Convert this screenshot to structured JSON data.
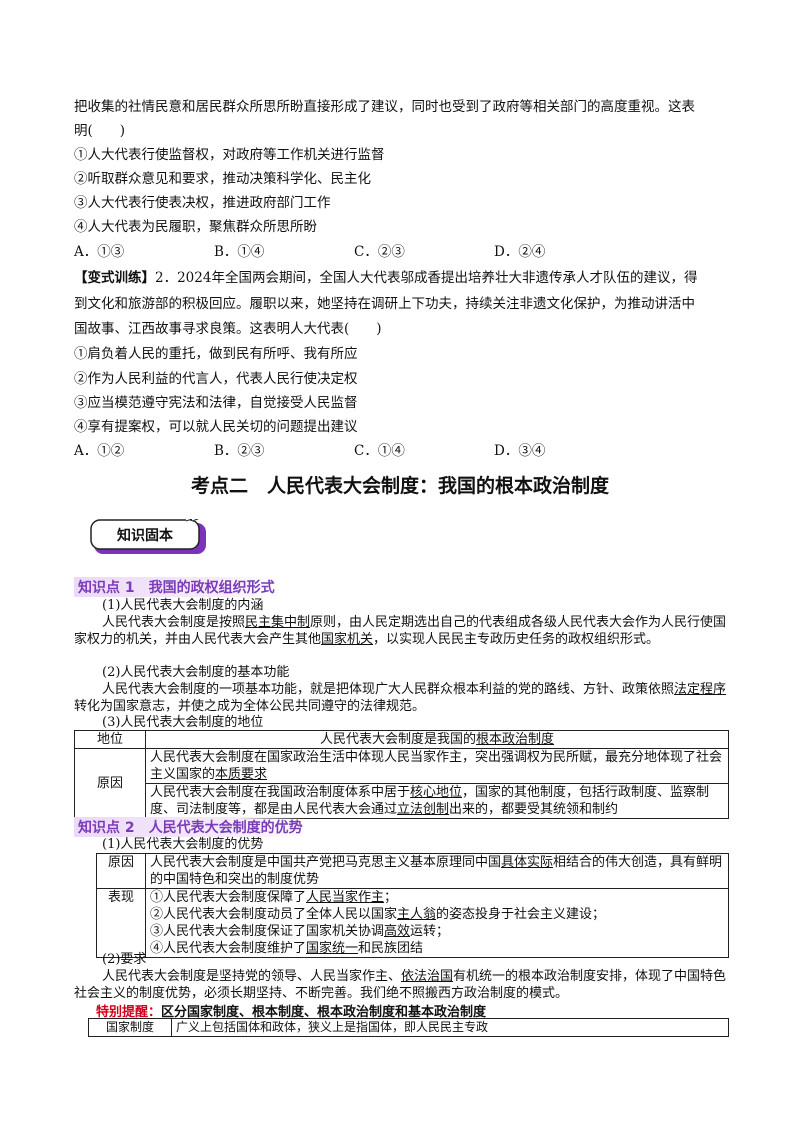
{
  "q1": {
    "line1": "把收集的社情民意和居民群众所思所盼直接形成了建议，同时也受到了政府等相关部门的高度重视。这表",
    "line2": "明(　　)",
    "items": [
      "①人大代表行使监督权，对政府等工作机关进行监督",
      "②听取群众意见和要求，推动决策科学化、民主化",
      "③人大代表行使表决权，推进政府部门工作",
      "④人大代表为民履职，聚焦群众所思所盼"
    ],
    "options": [
      "A．①③",
      "B．①④",
      "C．②③",
      "D．②④"
    ]
  },
  "q2": {
    "tag": "【变式训练】",
    "line1": "2．2024年全国两会期间，全国人大代表邬成香提出培养壮大非遗传承人才队伍的建议，得",
    "line2": "到文化和旅游部的积极回应。履职以来，她坚持在调研上下功夫，持续关注非遗文化保护，为推动讲活中",
    "line3": "国故事、江西故事寻求良策。这表明人大代表(　　)",
    "items": [
      "①肩负着人民的重托，做到民有所呼、我有所应",
      "②作为人民利益的代言人，代表人民行使决定权",
      "③应当模范遵守宪法和法律，自觉接受人民监督",
      "④享有提案权，可以就人民关切的问题提出建议"
    ],
    "options": [
      "A．①②",
      "B．②③",
      "C．①④",
      "D．③④"
    ]
  },
  "section_title": "考点二　人民代表大会制度：我国的根本政治制度",
  "badge_text": "知识固本",
  "kp1": {
    "title": "知识点 1　我国的政权组织形式",
    "s1": "(1)人民代表大会制度的内涵",
    "p1a": "人民代表大会制度是按照",
    "p1u1": "民主集中制",
    "p1b": "原则，由人民定期选出自己的代表组成各级人民代表大会作为人民行使国家权力的机关，并由人民代表大会产生其他",
    "p1u2": "国家机关",
    "p1c": "，以实现人民民主专政历史任务的政权组织形式。",
    "s2": "(2)人民代表大会制度的基本功能",
    "p2a": "人民代表大会制度的一项基本功能，就是把体现广大人民群众根本利益的党的路线、方针、政策依照",
    "p2u": "法定程序",
    "p2b": "转化为国家意志，并使之成为全体公民共同遵守的法律规范。",
    "s3": "(3)人民代表大会制度的地位",
    "t_diwei": "地位",
    "t_diwei_a": "人民代表大会制度是我国的",
    "t_diwei_u": "根本政治制度",
    "t_yuanyin": "原因",
    "t_r1a": "人民代表大会制度在国家政治生活中体现人民当家作主，突出强调权为民所赋，最充分地体现了社会主义国家的",
    "t_r1u": "本质要求",
    "t_r2a": "人民代表大会制度在我国政治制度体系中居于",
    "t_r2u1": "核心地位",
    "t_r2b": "，国家的其他制度，包括行政制度、监察制度、司法制度等，都是由人民代表大会通过",
    "t_r2u2": "立法创制",
    "t_r2c": "出来的，都要受其统领和制约"
  },
  "kp2": {
    "title": "知识点 2　人民代表大会制度的优势",
    "s1": "(1)人民代表大会制度的优势",
    "t_yuanyin": "原因",
    "t_y_a": "人民代表大会制度是中国共产党把马克思主义基本原理同中国",
    "t_y_u": "具体实际",
    "t_y_b": "相结合的伟大创造，具有鲜明的中国特色和突出的制度优势",
    "t_biaoxian": "表现",
    "b1a": "①人民代表大会制度保障了",
    "b1u": "人民当家作主",
    "b1b": "；",
    "b2a": "②人民代表大会制度动员了全体人民以国家",
    "b2u": "主人翁",
    "b2b": "的姿态投身于社会主义建设；",
    "b3a": "③人民代表大会制度保证了国家机关协调",
    "b3u": "高效",
    "b3b": "运转；",
    "b4a": "④人民代表大会制度维护了",
    "b4u": "国家统一",
    "b4b": "和民族团结",
    "s2": "(2)要求",
    "p2a": "人民代表大会制度是坚持党的领导、人民当家作主、",
    "p2u": "依法治国",
    "p2b": "有机统一的根本政治制度安排，体现了中国特色社会主义的制度优势，必须长期坚持、不断完善。我们绝不照搬西方政治制度的模式。"
  },
  "tip": {
    "label": "特别提醒：",
    "text": "区分国家制度、根本制度、根本政治制度和基本政治制度"
  },
  "last_table": {
    "c1": "国家制度",
    "c2": "广义上包括国体和政体，狭义上是指国体，即人民民主专政"
  }
}
